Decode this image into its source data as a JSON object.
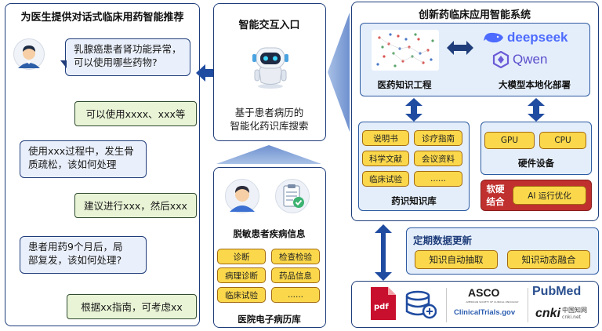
{
  "left_panel": {
    "title": "为医生提供对话式临床用药智能推荐",
    "messages": [
      {
        "role": "question",
        "text_lines": [
          "乳腺癌患者肾功能异常，",
          "可以使用哪些药物?"
        ]
      },
      {
        "role": "answer",
        "text_lines": [
          "可以使用xxxx、xxx等"
        ]
      },
      {
        "role": "question",
        "text_lines": [
          "使用xxx过程中，发生骨",
          "质疏松，该如何处理"
        ]
      },
      {
        "role": "answer",
        "text_lines": [
          "建议进行xxx，然后xxx"
        ]
      },
      {
        "role": "question",
        "text_lines": [
          "患者用药9个月后，局",
          "部复发，该如何处理?"
        ]
      },
      {
        "role": "answer",
        "text_lines": [
          "根据xx指南，可考虑xx"
        ]
      }
    ]
  },
  "entry_panel": {
    "title": "智能交互入口",
    "desc_lines": [
      "基于患者病历的",
      "智能化药识库搜索"
    ]
  },
  "emr_panel": {
    "section_label": "脱敏患者疾病信息",
    "tags": [
      "诊断",
      "检查检验",
      "病理诊断",
      "药品信息",
      "临床试验",
      "......"
    ],
    "footer_label": "医院电子病历库"
  },
  "system_panel": {
    "title": "创新药临床应用智能系统",
    "knowledge_eng_label": "医药知识工程",
    "llm_label": "大模型本地化部署",
    "llm_logos": [
      "deepseek",
      "Qwen"
    ],
    "kb": {
      "tags": [
        "说明书",
        "诊疗指南",
        "科学文献",
        "会议资料",
        "临床试验",
        "......"
      ],
      "label": "药识知识库"
    },
    "hardware": {
      "tags": [
        "GPU",
        "CPU"
      ],
      "label": "硬件设备"
    },
    "fusion": {
      "label_lines": [
        "软硬",
        "结合"
      ],
      "tag": "AI 运行优化"
    }
  },
  "update_panel": {
    "title": "定期数据更新",
    "tags": [
      "知识自动抽取",
      "知识动态融合"
    ]
  },
  "sources_panel": {
    "pdf_label": "pdf",
    "asco_label": "ASCO",
    "asco_sub": "AMERICAN SOCIETY OF CLINICAL ONCOLOGY",
    "clinicaltrials_label": "ClinicalTrials.gov",
    "pubmed_label": "PubMed",
    "cnki_label": "cnki",
    "cnki_cn": "中国知网",
    "cnki_url": "cnki.net"
  },
  "colors": {
    "navy": "#1f3d7a",
    "blue_arrow": "#1f4ba0",
    "tag_yellow": "#fbd84b",
    "answer_green": "#e9f4d6",
    "question_blue": "#eaf0fb",
    "fusion_red": "#c0302e",
    "deepseek_blue": "#4d6bfe",
    "pdf_red": "#c8102e"
  }
}
